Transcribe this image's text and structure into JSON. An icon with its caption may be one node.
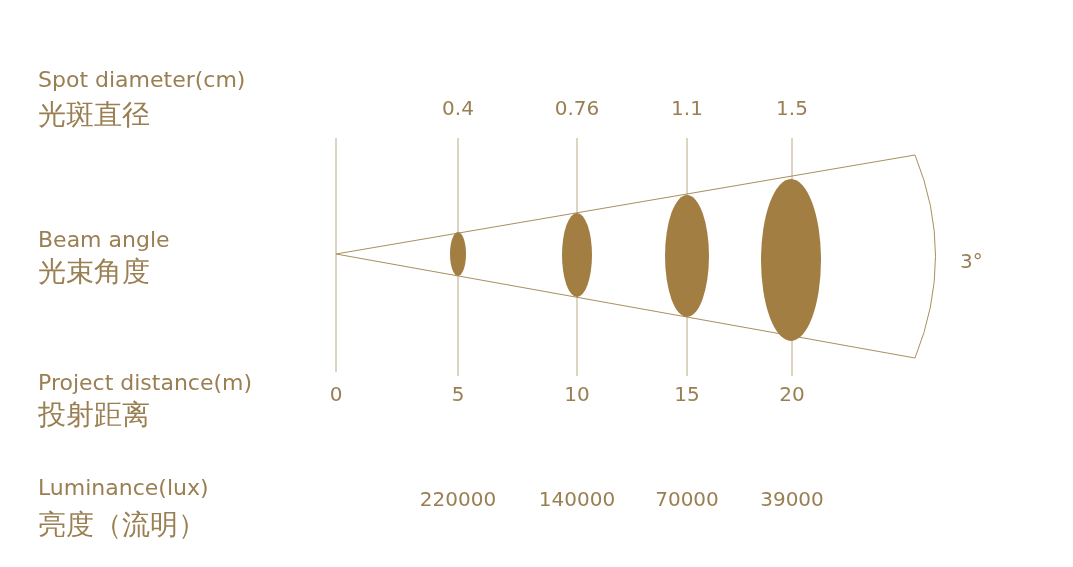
{
  "diagram": {
    "labels": [
      "Spot diameter(cm)",
      "光斑直径",
      "0.4",
      "0.76",
      "1.1",
      "1.5",
      "Beam angle",
      "光束角度",
      "3°",
      "Project distance(m)",
      "投射距离",
      "0",
      "5",
      "10",
      "15",
      "20",
      "Luminance(lux)",
      "220000",
      "140000",
      "70000",
      "39000",
      "亮度（流明）"
    ]
  }
}
